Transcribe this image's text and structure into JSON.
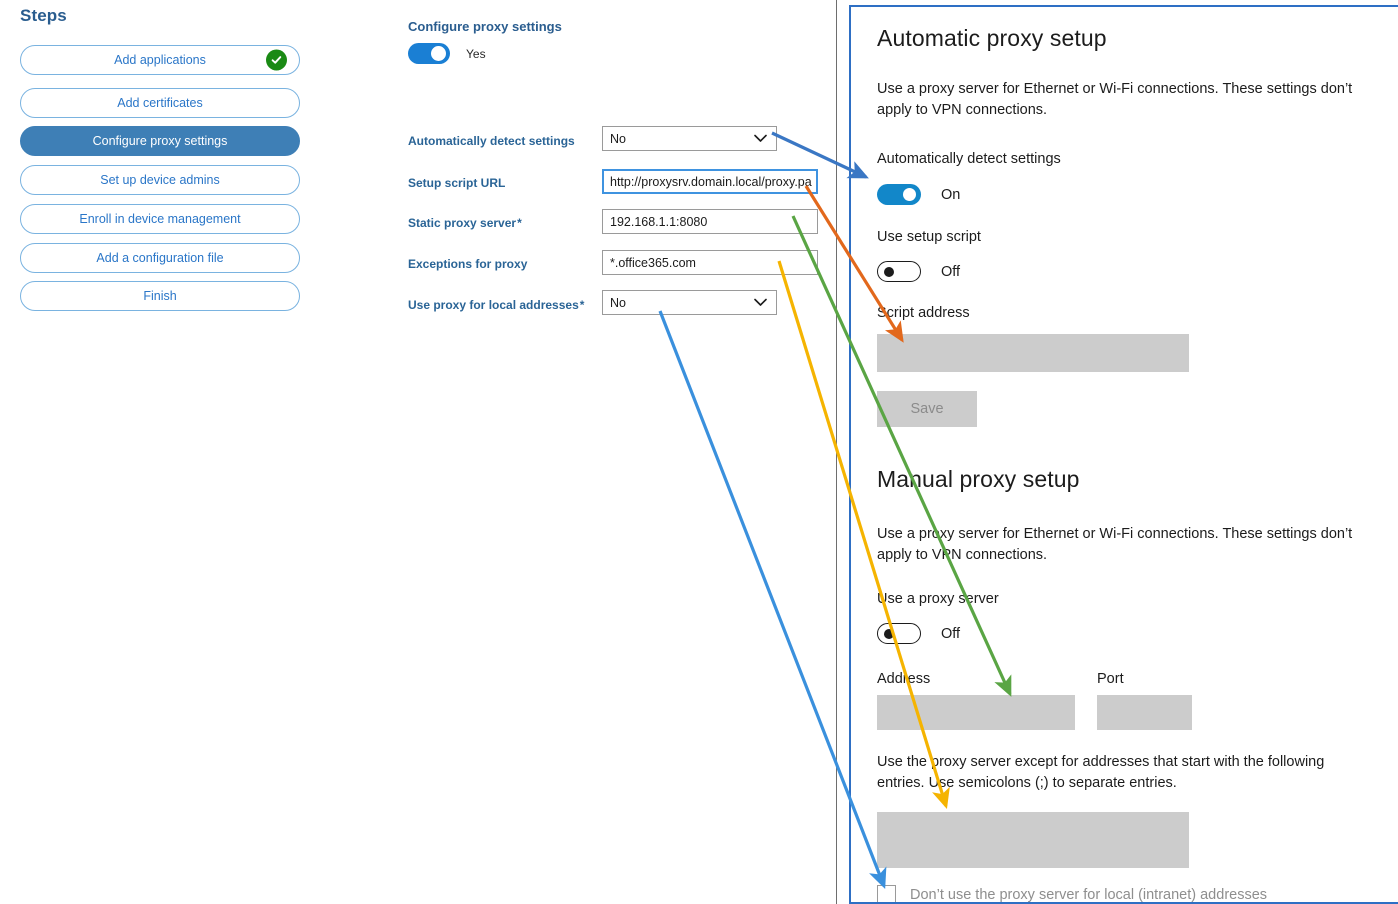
{
  "steps": {
    "title": "Steps",
    "items": [
      {
        "label": "Add applications",
        "state": "complete",
        "icon": "check-circle-icon"
      },
      {
        "label": "Add certificates",
        "state": "default"
      },
      {
        "label": "Configure proxy settings",
        "state": "selected"
      },
      {
        "label": "Set up device admins",
        "state": "default"
      },
      {
        "label": "Enroll in device management",
        "state": "default"
      },
      {
        "label": "Add a configuration file",
        "state": "default"
      },
      {
        "label": "Finish",
        "state": "default"
      }
    ]
  },
  "form": {
    "heading": "Configure proxy settings",
    "enable_toggle": {
      "value": "Yes",
      "state": "on"
    },
    "fields": [
      {
        "label": "Automatically detect settings",
        "required": false,
        "type": "dropdown",
        "value": "No",
        "icon": "chevron-down-icon"
      },
      {
        "label": "Setup script URL",
        "required": false,
        "type": "text",
        "value": "http://proxysrv.domain.local/proxy.pa",
        "focused": true
      },
      {
        "label": "Static proxy server",
        "required": true,
        "type": "text",
        "value": "192.168.1.1:8080"
      },
      {
        "label": "Exceptions for proxy",
        "required": false,
        "type": "text",
        "value": "*.office365.com"
      },
      {
        "label": "Use proxy for local addresses",
        "required": true,
        "type": "dropdown",
        "value": "No",
        "icon": "chevron-down-icon"
      }
    ]
  },
  "windows_settings": {
    "automatic": {
      "heading": "Automatic proxy setup",
      "description": "Use a proxy server for Ethernet or Wi-Fi connections. These settings don’t apply to VPN connections.",
      "auto_detect_label": "Automatically detect settings",
      "auto_detect_state": "On",
      "use_script_label": "Use setup script",
      "use_script_state": "Off",
      "script_address_label": "Script address",
      "script_address_value": "",
      "save_label": "Save"
    },
    "manual": {
      "heading": "Manual proxy setup",
      "description": "Use a proxy server for Ethernet or Wi-Fi connections. These settings don’t apply to VPN connections.",
      "use_proxy_label": "Use a proxy server",
      "use_proxy_state": "Off",
      "address_label": "Address",
      "address_value": "",
      "port_label": "Port",
      "port_value": "",
      "exceptions_description": "Use the proxy server except for addresses that start with the following entries. Use semicolons (;) to separate entries.",
      "exceptions_value": "",
      "bypass_local_label": "Don’t use the proxy server for local (intranet) addresses",
      "bypass_local_checked": false
    }
  },
  "annotations": {
    "arrows": [
      {
        "name": "auto-detect-mapping",
        "color": "#3a77c4",
        "from": "Automatically detect settings dropdown",
        "to": "Automatically detect settings toggle"
      },
      {
        "name": "setup-script-mapping",
        "color": "#e2681c",
        "from": "Setup script URL field",
        "to": "Script address box"
      },
      {
        "name": "static-proxy-mapping",
        "color": "#5aa544",
        "from": "Static proxy server field",
        "to": "Address box"
      },
      {
        "name": "exceptions-mapping",
        "color": "#f5b401",
        "from": "Exceptions for proxy field",
        "to": "Exceptions box"
      },
      {
        "name": "local-addresses-mapping",
        "color": "#3a90dd",
        "from": "Use proxy for local addresses dropdown",
        "to": "Don’t use the proxy server for local (intranet) addresses checkbox"
      }
    ]
  },
  "colors": {
    "accent_blue": "#2a76c8",
    "selected_step": "#3e7fb6",
    "toggle_on": "#1a7fd4",
    "win_toggle_on": "#1287c9",
    "success_green": "#1a8a14",
    "gray_box": "#cccccc",
    "panel_border": "#2e6fc4"
  }
}
